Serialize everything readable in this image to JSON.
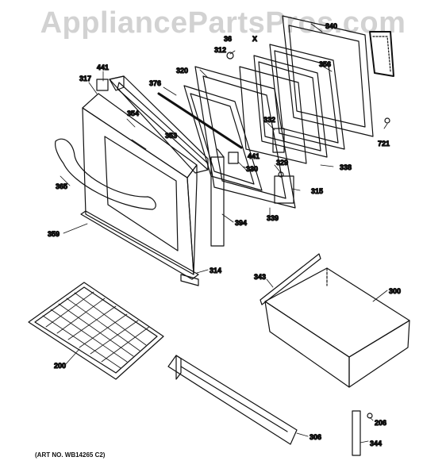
{
  "watermark": "AppliancePartsPros.com",
  "art_number": "(ART NO. WB14265 C2)",
  "callouts": [
    "340",
    "312",
    "36",
    "X",
    "356",
    "441",
    "317",
    "320",
    "376",
    "354",
    "332",
    "353",
    "441",
    "329",
    "330",
    "338",
    "721",
    "365",
    "315",
    "339",
    "394",
    "359",
    "314",
    "343",
    "300",
    "200",
    "206",
    "306",
    "344"
  ]
}
